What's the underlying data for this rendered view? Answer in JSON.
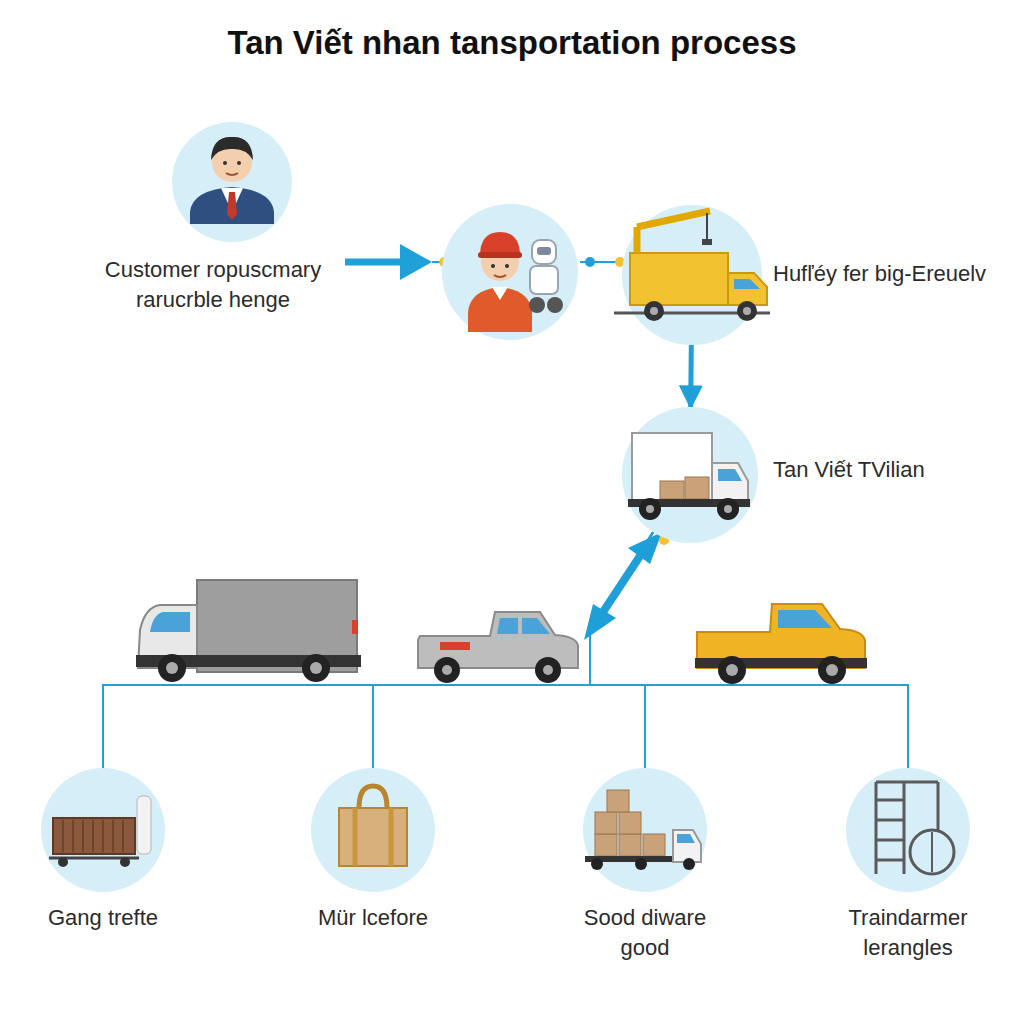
{
  "diagram": {
    "title": "Tan Viết nhan tansportation process",
    "nodes": [
      {
        "text": [
          "Customer ropuscmary rarucrble henge"
        ]
      },
      {
        "text": [
          "Hufľéy fer big-Ereuelv"
        ]
      },
      {
        "text": [
          "Tan Viết TVilian"
        ]
      },
      {
        "text": [
          "Gang trefte"
        ]
      },
      {
        "text": [
          "Mür lcefore"
        ]
      },
      {
        "text": [
          "Sood diware good"
        ]
      },
      {
        "text": [
          "Traindarmer lerangles"
        ]
      }
    ],
    "edges": [
      {
        "from": 1,
        "to": 2,
        "arrow": "to"
      },
      {
        "from": 2,
        "to": 3,
        "arrow": "none"
      },
      {
        "from": 2,
        "to": 4,
        "arrow": "none"
      },
      {
        "from": 2,
        "to": 5,
        "arrow": "none"
      },
      {
        "from": 2,
        "to": 6,
        "arrow": "none"
      }
    ]
  }
}
